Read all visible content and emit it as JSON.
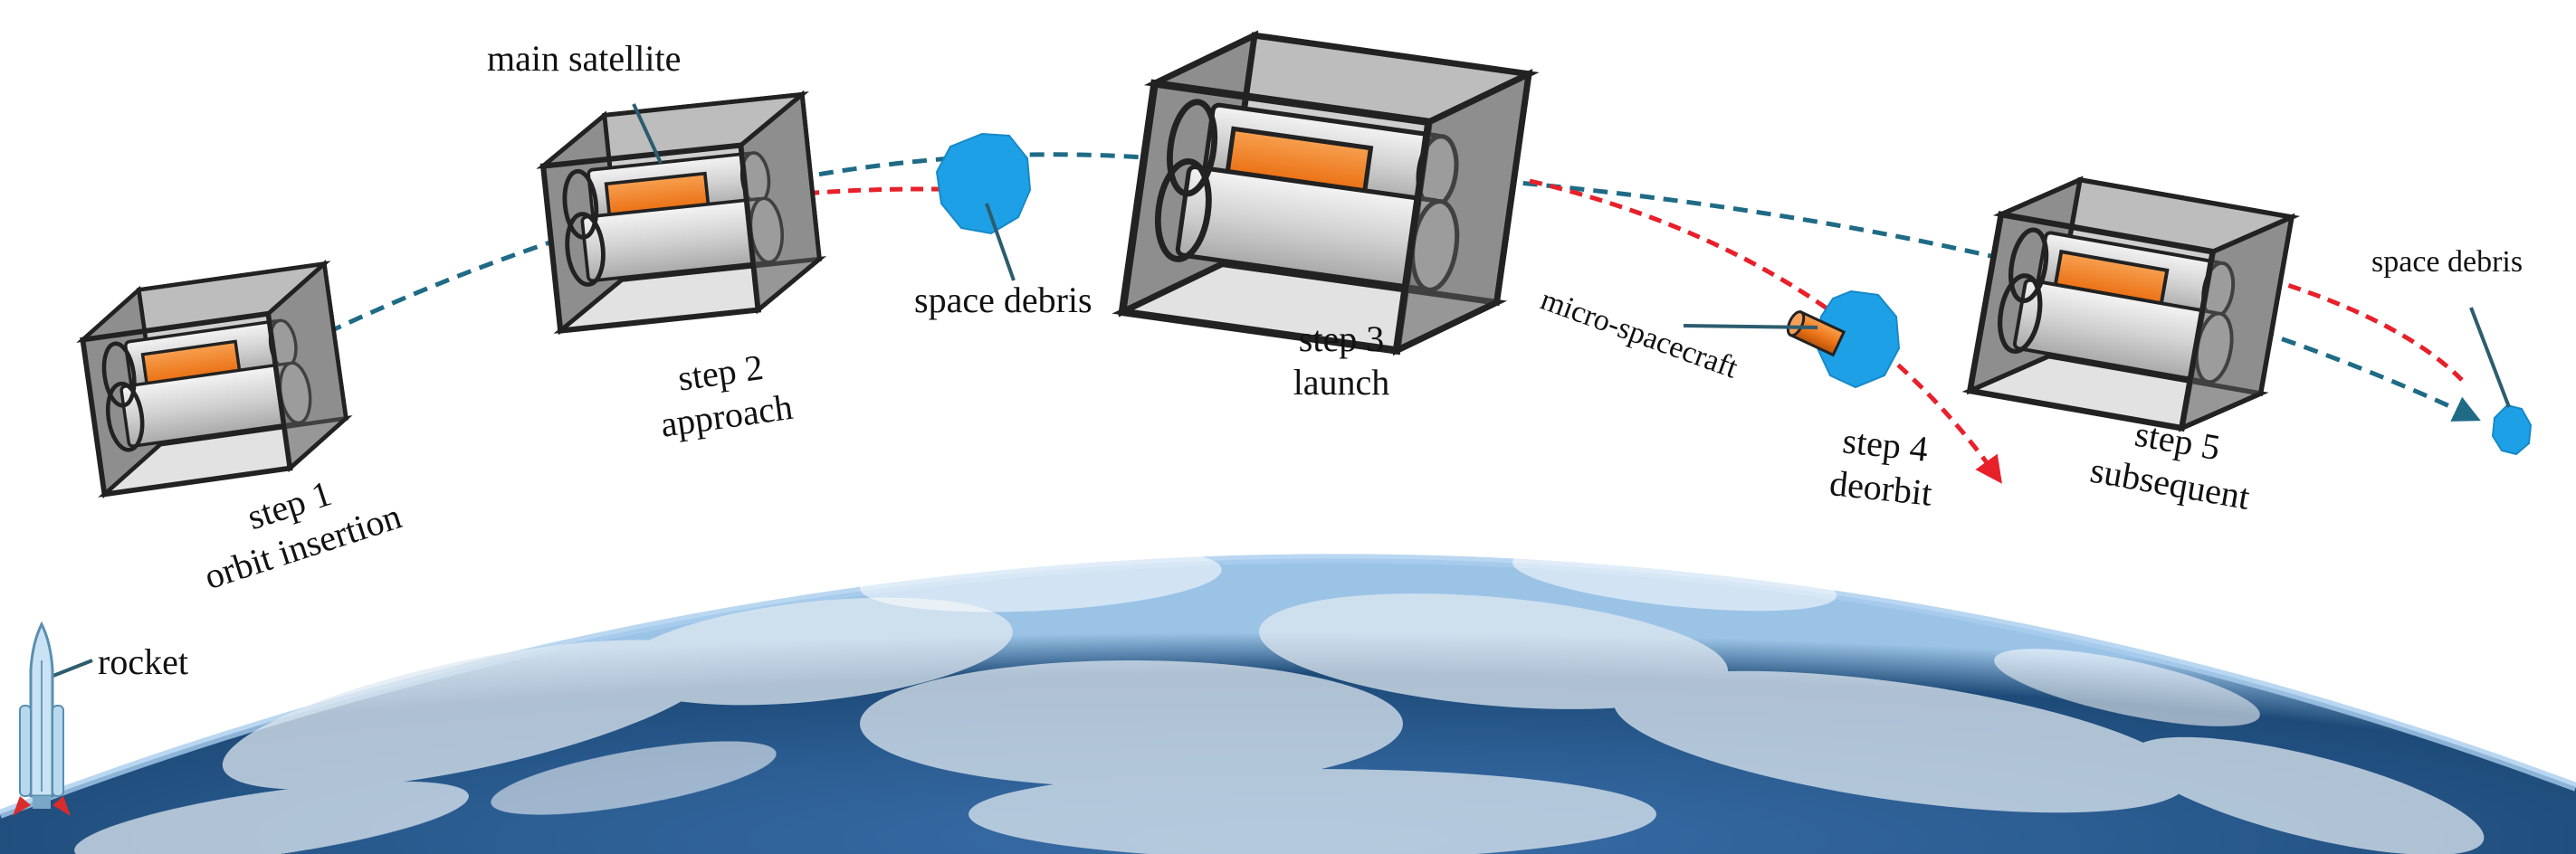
{
  "labels": {
    "main_satellite": "main satellite",
    "space_debris_1": "space debris",
    "space_debris_2": "space debris",
    "micro_spacecraft": "micro-spacecraft",
    "rocket": "rocket"
  },
  "steps": [
    {
      "title": "step 1",
      "subtitle": "orbit insertion"
    },
    {
      "title": "step 2",
      "subtitle": "approach"
    },
    {
      "title": "step 3",
      "subtitle": "launch"
    },
    {
      "title": "step 4",
      "subtitle": "deorbit"
    },
    {
      "title": "step 5",
      "subtitle": "subsequent"
    }
  ],
  "colors": {
    "orbit_path": "#1f6b86",
    "deorbit_path": "#e8202a",
    "debris": "#1ea0e6",
    "micro_spacecraft": "#f07a1c",
    "earth_deep": "#16466e",
    "earth_cloud": "#dfe8f1",
    "leader_line": "#2c5d6e"
  },
  "icons": {
    "satellite": "satellite-icon",
    "debris": "debris-icon",
    "rocket": "rocket-icon",
    "earth": "earth-image"
  }
}
